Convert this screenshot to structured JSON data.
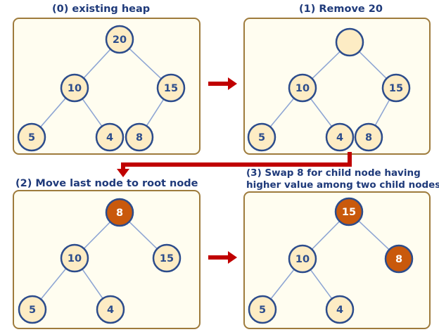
{
  "colors": {
    "panel_border": "#9e7b3c",
    "panel_fill": "#fffdf0",
    "node_fill": "#fdecc4",
    "node_stroke": "#2c4c8c",
    "node_text": "#2c4c8c",
    "highlight_fill": "#c9590c",
    "highlight_text": "#ffffff",
    "edge": "#8fa6d4",
    "arrow": "#c00000",
    "caption": "#1f3a7a"
  },
  "panels": [
    {
      "caption_lines": [
        "(0) existing heap"
      ],
      "nodes": [
        {
          "id": "root",
          "label": "20",
          "highlight": false
        },
        {
          "id": "left",
          "label": "10",
          "highlight": false
        },
        {
          "id": "right",
          "label": "15",
          "highlight": false
        },
        {
          "id": "ll",
          "label": "5",
          "highlight": false
        },
        {
          "id": "lr",
          "label": "4",
          "highlight": false
        },
        {
          "id": "rl",
          "label": "8",
          "highlight": false
        }
      ],
      "edges": [
        [
          "root",
          "left"
        ],
        [
          "root",
          "right"
        ],
        [
          "left",
          "ll"
        ],
        [
          "left",
          "lr"
        ],
        [
          "right",
          "rl"
        ]
      ]
    },
    {
      "caption_lines": [
        "(1) Remove 20"
      ],
      "nodes": [
        {
          "id": "root",
          "label": "",
          "highlight": false
        },
        {
          "id": "left",
          "label": "10",
          "highlight": false
        },
        {
          "id": "right",
          "label": "15",
          "highlight": false
        },
        {
          "id": "ll",
          "label": "5",
          "highlight": false
        },
        {
          "id": "lr",
          "label": "4",
          "highlight": false
        },
        {
          "id": "rl",
          "label": "8",
          "highlight": false
        }
      ],
      "edges": [
        [
          "root",
          "left"
        ],
        [
          "root",
          "right"
        ],
        [
          "left",
          "ll"
        ],
        [
          "left",
          "lr"
        ],
        [
          "right",
          "rl"
        ]
      ]
    },
    {
      "caption_lines": [
        "(2) Move last node to root node"
      ],
      "nodes": [
        {
          "id": "root",
          "label": "8",
          "highlight": true
        },
        {
          "id": "left",
          "label": "10",
          "highlight": false
        },
        {
          "id": "right",
          "label": "15",
          "highlight": false
        },
        {
          "id": "ll",
          "label": "5",
          "highlight": false
        },
        {
          "id": "lr",
          "label": "4",
          "highlight": false
        }
      ],
      "edges": [
        [
          "root",
          "left"
        ],
        [
          "root",
          "right"
        ],
        [
          "left",
          "ll"
        ],
        [
          "left",
          "lr"
        ]
      ]
    },
    {
      "caption_lines": [
        "(3) Swap 8 for child node having",
        "higher value among two child nodes"
      ],
      "nodes": [
        {
          "id": "root",
          "label": "15",
          "highlight": true
        },
        {
          "id": "left",
          "label": "10",
          "highlight": false
        },
        {
          "id": "right",
          "label": "8",
          "highlight": true
        },
        {
          "id": "ll",
          "label": "5",
          "highlight": false
        },
        {
          "id": "lr",
          "label": "4",
          "highlight": false
        }
      ],
      "edges": [
        [
          "root",
          "left"
        ],
        [
          "root",
          "right"
        ],
        [
          "left",
          "ll"
        ],
        [
          "left",
          "lr"
        ]
      ]
    }
  ]
}
